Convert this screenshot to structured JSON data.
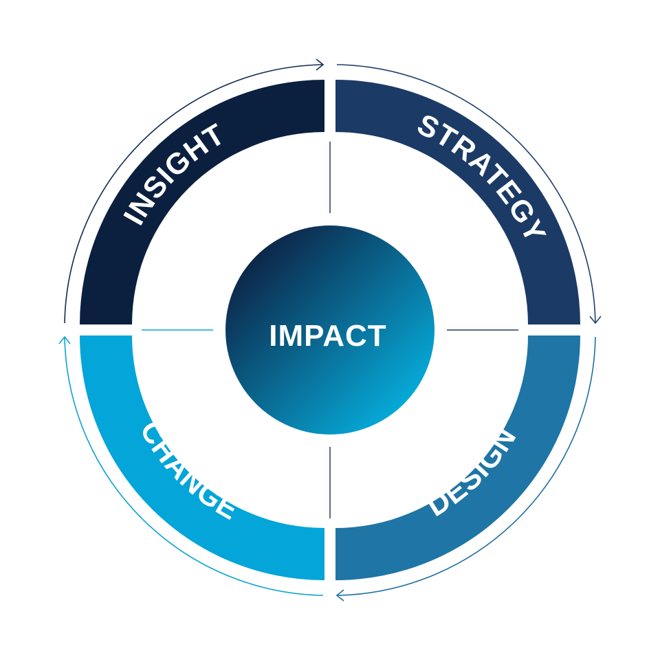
{
  "center": {
    "label": "IMPACT"
  },
  "segments": [
    {
      "id": "insight",
      "label": "INSIGHT",
      "color": "#0b1f3f"
    },
    {
      "id": "strategy",
      "label": "STRATEGY",
      "color": "#1b3a66"
    },
    {
      "id": "design",
      "label": "DESIGN",
      "color": "#1e75a6"
    },
    {
      "id": "change",
      "label": "CHANGE",
      "color": "#04a5d8"
    }
  ],
  "colors": {
    "background": "#ffffff",
    "center_gradient_start": "#0d2244",
    "center_gradient_end": "#06aedd",
    "arrow_insight": "#12294f",
    "arrow_strategy": "#1e3f6d",
    "arrow_design": "#1f6ea0",
    "arrow_change": "#0aa3d3",
    "divider_dark": "#1b3a66",
    "divider_light": "#04a5d8"
  }
}
